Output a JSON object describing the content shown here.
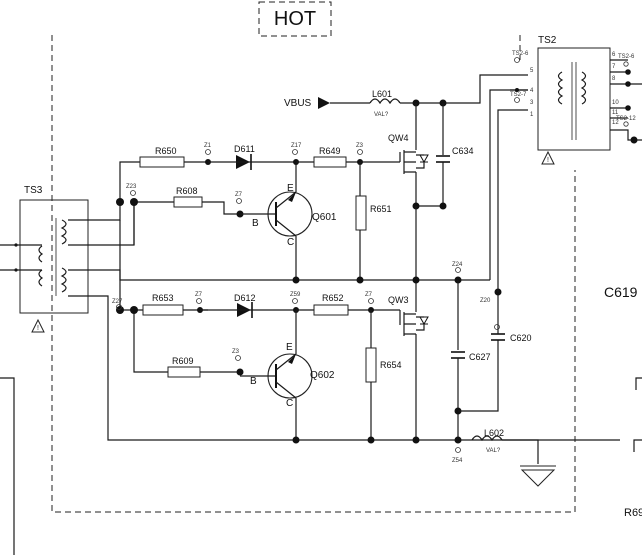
{
  "zone_label": "HOT",
  "transformers": {
    "ts3": "TS3",
    "ts2": "TS2",
    "ts3_pin_mark": "",
    "ts2_pins_right": [
      "6",
      "7",
      "8",
      "10",
      "11",
      "12"
    ],
    "ts2_pins_left": [
      "5",
      "4",
      "3",
      "1"
    ]
  },
  "rails": {
    "vbus": "VBUS"
  },
  "inductors": {
    "l601": "L601",
    "l601_value": "VAL?",
    "l602": "L602",
    "l602_value": "VAL?"
  },
  "resistors": {
    "r650": "R650",
    "r608": "R608",
    "r649": "R649",
    "r651": "R651",
    "r653": "R653",
    "r609": "R609",
    "r652": "R652",
    "r654": "R654"
  },
  "diodes": {
    "d611": "D611",
    "d612": "D612"
  },
  "transistors": {
    "q601": "Q601",
    "q602": "Q602",
    "base": "B",
    "emitter": "E",
    "collector": "C"
  },
  "mosfets": {
    "qw4": "QW4",
    "qw3": "QW3"
  },
  "capacitors": {
    "c634": "C634",
    "c627": "C627",
    "c620": "C620",
    "c619_partial": "C619",
    "r69_partial": "R69"
  },
  "testpoints": {
    "z23": "Z23",
    "z27": "Z27",
    "z24": "Z24",
    "z20": "Z20",
    "z54": "Z54",
    "z1": "Z1",
    "z3": "Z3",
    "z7": "Z7",
    "z17": "Z17",
    "z59": "Z59",
    "ts2_tp_a": "TS2-6",
    "ts2_tp_b": "TS2-7",
    "ts2_tp_c": "TS2-12"
  }
}
